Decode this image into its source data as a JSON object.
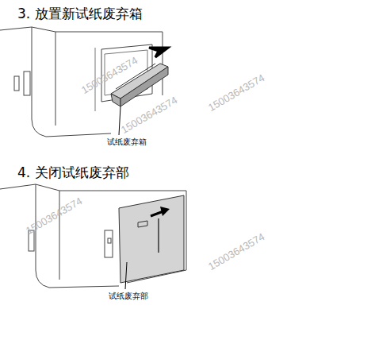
{
  "diagram": {
    "labels": [
      "3. 放置新试纸废弃箱",
      "试纸废弃箱",
      "4. 关闭试纸废弃部",
      "试纸废弃部",
      "15003643574",
      "15003643574",
      "15003643574",
      "15003643574",
      "15003643574"
    ]
  }
}
